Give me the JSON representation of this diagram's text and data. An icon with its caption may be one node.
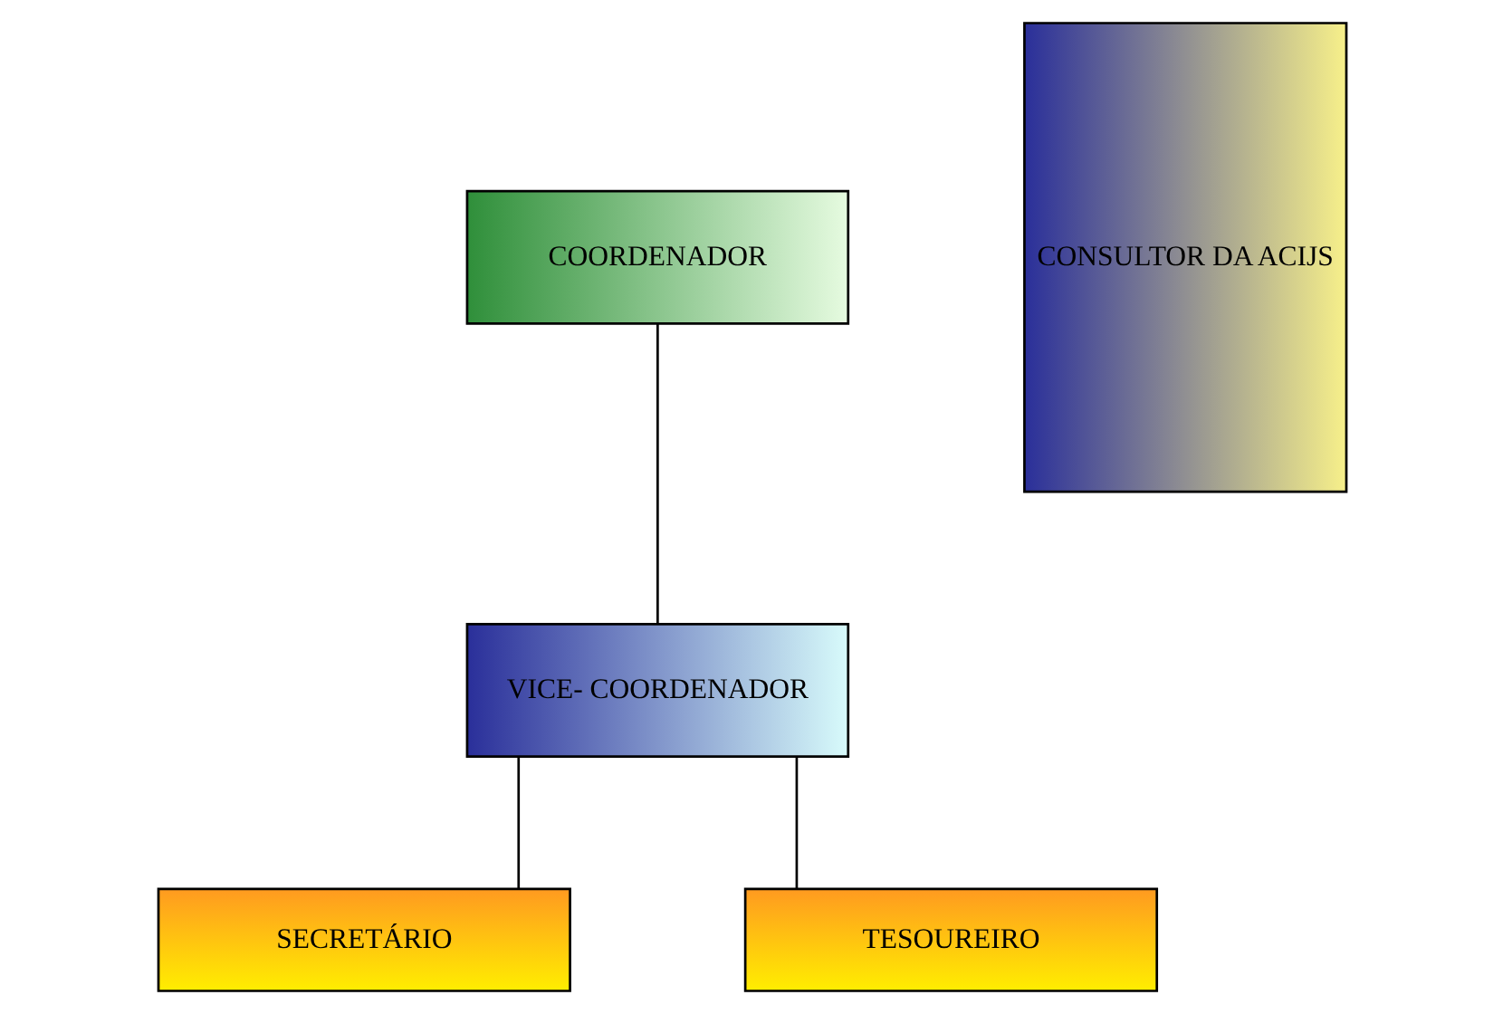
{
  "diagram": {
    "nodes": [
      {
        "text": [
          "COORDENADOR"
        ]
      },
      {
        "text": [
          "VICE- COORDENADOR"
        ]
      },
      {
        "text": [
          "SECRETÁRIO"
        ]
      },
      {
        "text": [
          "TESOUREIRO"
        ]
      },
      {
        "text": [
          "CONSULTOR DA ACIJS"
        ]
      }
    ],
    "edges": [
      {
        "from": 0,
        "to": 1,
        "arrow": "none"
      },
      {
        "from": 1,
        "to": 2,
        "arrow": "none"
      },
      {
        "from": 1,
        "to": 3,
        "arrow": "none"
      }
    ]
  }
}
